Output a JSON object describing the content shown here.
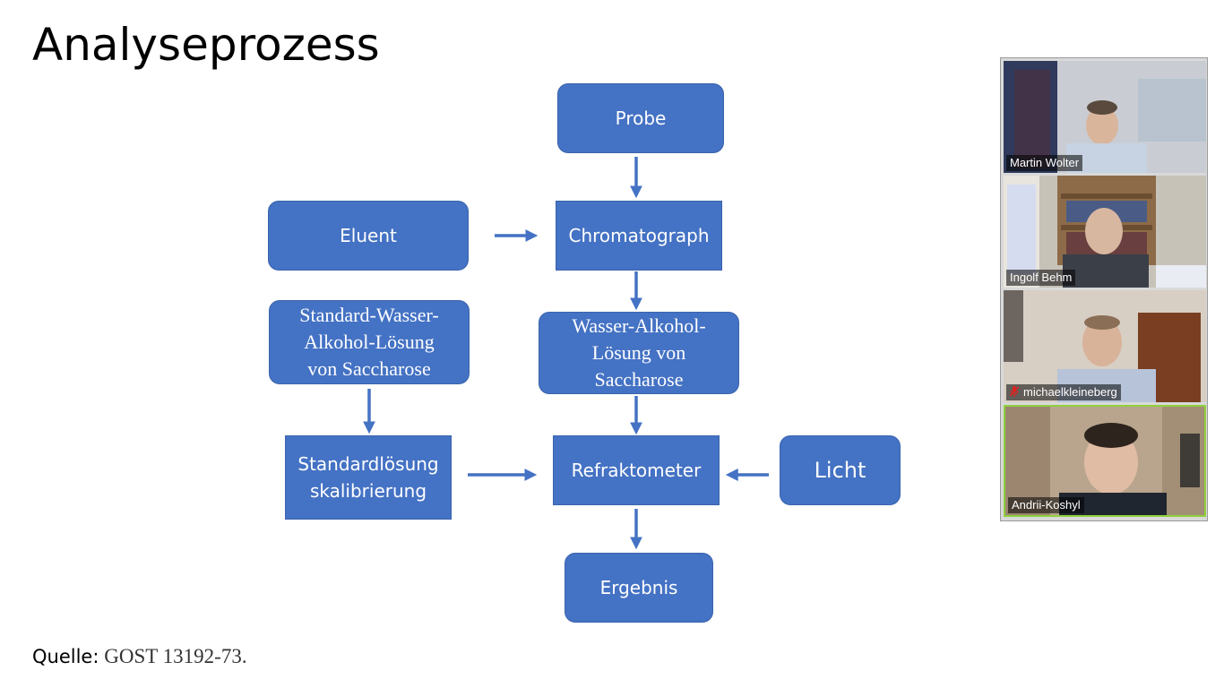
{
  "slide": {
    "title": "Analyseprozess",
    "source_label": "Quelle:",
    "source_ref": "GOST 13192-73."
  },
  "flow": {
    "probe": "Probe",
    "eluent": "Eluent",
    "chromatograph": "Chromatograph",
    "standard_solution": "Standard-Wasser-\nAlkohol-Lösung\nvon Saccharose",
    "water_alcohol": "Wasser-Alkohol-\nLösung von\nSaccharose",
    "calibration": "Standardlösung\nskalibrierung",
    "refractometer": "Refraktometer",
    "light": "Licht",
    "result": "Ergebnis"
  },
  "participants": [
    {
      "name": "Martin Wolter",
      "muted": false,
      "active": false
    },
    {
      "name": "Ingolf Behm",
      "muted": false,
      "active": false
    },
    {
      "name": "michaelkleineberg",
      "muted": true,
      "active": false
    },
    {
      "name": "Andrii-Koshyl",
      "muted": false,
      "active": true
    }
  ],
  "colors": {
    "box_fill": "#4472c4",
    "arrow": "#4472c4",
    "active_speaker": "#8fd13c",
    "muted_icon": "#e02020"
  }
}
